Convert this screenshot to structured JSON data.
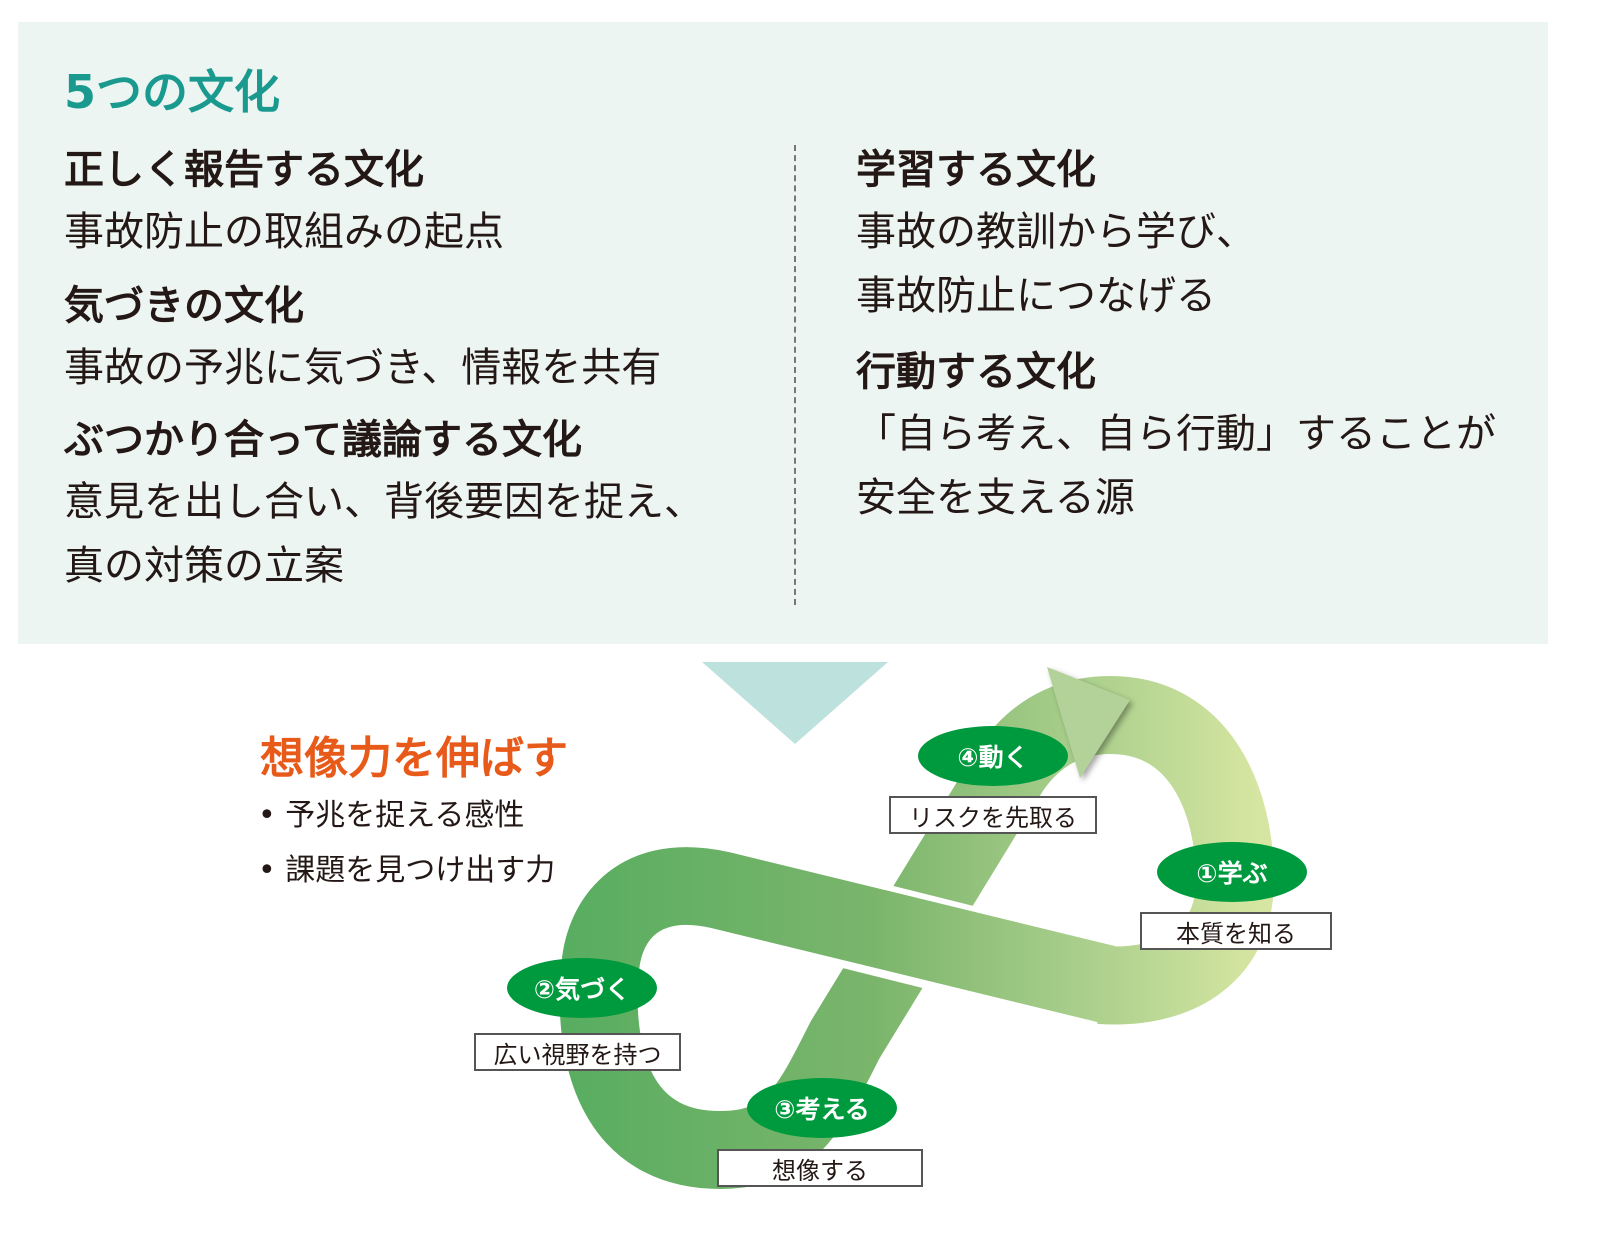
{
  "title": "5つの文化",
  "left": [
    {
      "heading": "正しく報告する文化",
      "desc": [
        "事故防止の取組みの起点"
      ]
    },
    {
      "heading": "気づきの文化",
      "desc": [
        "事故の予兆に気づき、情報を共有"
      ]
    },
    {
      "heading": "ぶつかり合って議論する文化",
      "desc": [
        "意見を出し合い、背後要因を捉え、",
        "真の対策の立案"
      ]
    }
  ],
  "right": [
    {
      "heading": "学習する文化",
      "desc": [
        "事故の教訓から学び、",
        "事故防止につなげる"
      ]
    },
    {
      "heading": "行動する文化",
      "desc": [
        "「自ら考え、自ら行動」することが",
        "安全を支える源"
      ]
    }
  ],
  "imagination": {
    "title": "想像力を伸ばす",
    "bullets": [
      "• 予兆を捉える感性",
      "• 課題を見つけ出す力"
    ]
  },
  "cycle": [
    {
      "step": "①学ぶ",
      "label": "本質を知る"
    },
    {
      "step": "②気づく",
      "label": "広い視野を持つ"
    },
    {
      "step": "③考える",
      "label": "想像する"
    },
    {
      "step": "④動く",
      "label": "リスクを先取る"
    }
  ],
  "colors": {
    "teal": "#1a9a8f",
    "orange": "#e85a1a",
    "badge": "#009a3e",
    "panel": "#edf5f3"
  }
}
